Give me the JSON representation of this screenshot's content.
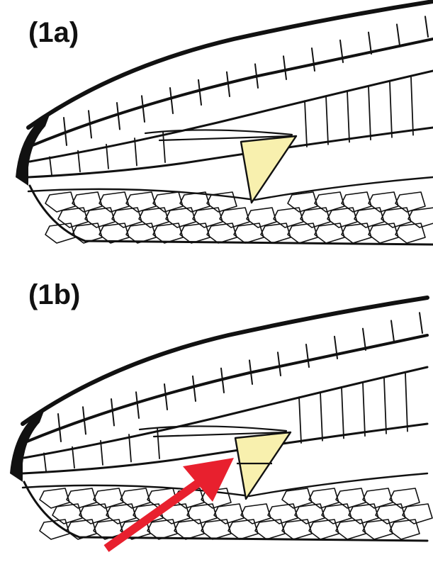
{
  "figure": {
    "panels": [
      {
        "id": "1a",
        "label": "(1a)",
        "triangle_divided": false
      },
      {
        "id": "1b",
        "label": "(1b)",
        "triangle_divided": true
      }
    ],
    "colors": {
      "highlight_fill": "#f8f0ae",
      "vein": "#111111",
      "arrow": "#e8202e",
      "background": "#ffffff"
    }
  }
}
